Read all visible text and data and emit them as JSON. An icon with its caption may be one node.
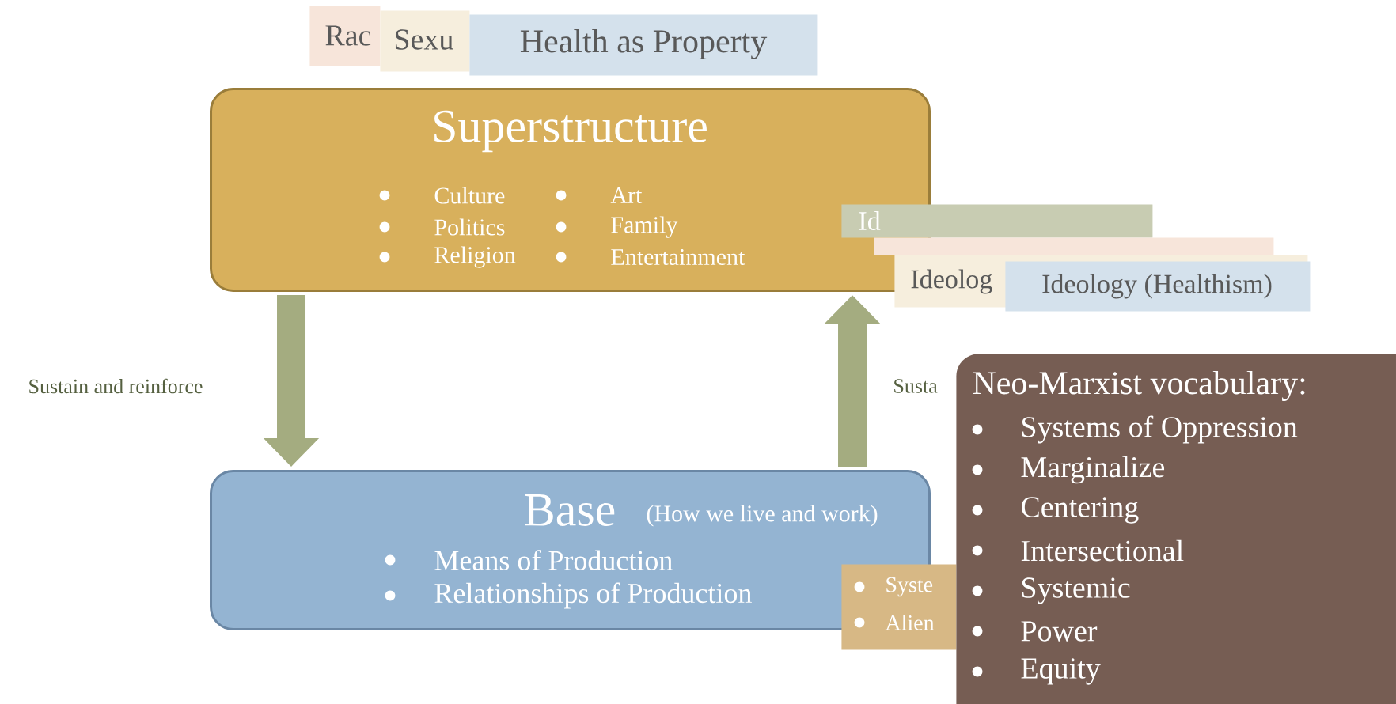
{
  "diagram": {
    "nodes": [
      {
        "text": [
          "Rac"
        ]
      },
      {
        "text": [
          "Sexu"
        ]
      },
      {
        "text": [
          "Health as Property"
        ]
      },
      {
        "text": [
          "Superstructure",
          "Culture",
          "Politics",
          "Religion",
          "Art",
          "Family",
          "Entertainment"
        ]
      },
      {
        "text": [
          "Id"
        ]
      },
      {
        "text": [],
        "shape": "box"
      },
      {
        "text": [
          "Ideolog"
        ]
      },
      {
        "text": [
          "Ideology (Healthism)"
        ]
      },
      {
        "text": [
          "Base",
          "(How we live and work)",
          "Means of Production",
          "Relationships of Production"
        ]
      },
      {
        "text": [
          "Syste",
          "Alien"
        ]
      },
      {
        "text": [
          "Neo-Marxist vocabulary:",
          "Systems of Oppression",
          "Marginalize",
          "Centering",
          "Intersectional",
          "Systemic",
          "Power",
          "Equity"
        ]
      }
    ],
    "edges": [
      {
        "from": 3,
        "to": 8,
        "arrow": "to",
        "label": "Sustain and reinforce"
      },
      {
        "from": 8,
        "to": 3,
        "arrow": "to",
        "label": "Susta"
      }
    ]
  }
}
